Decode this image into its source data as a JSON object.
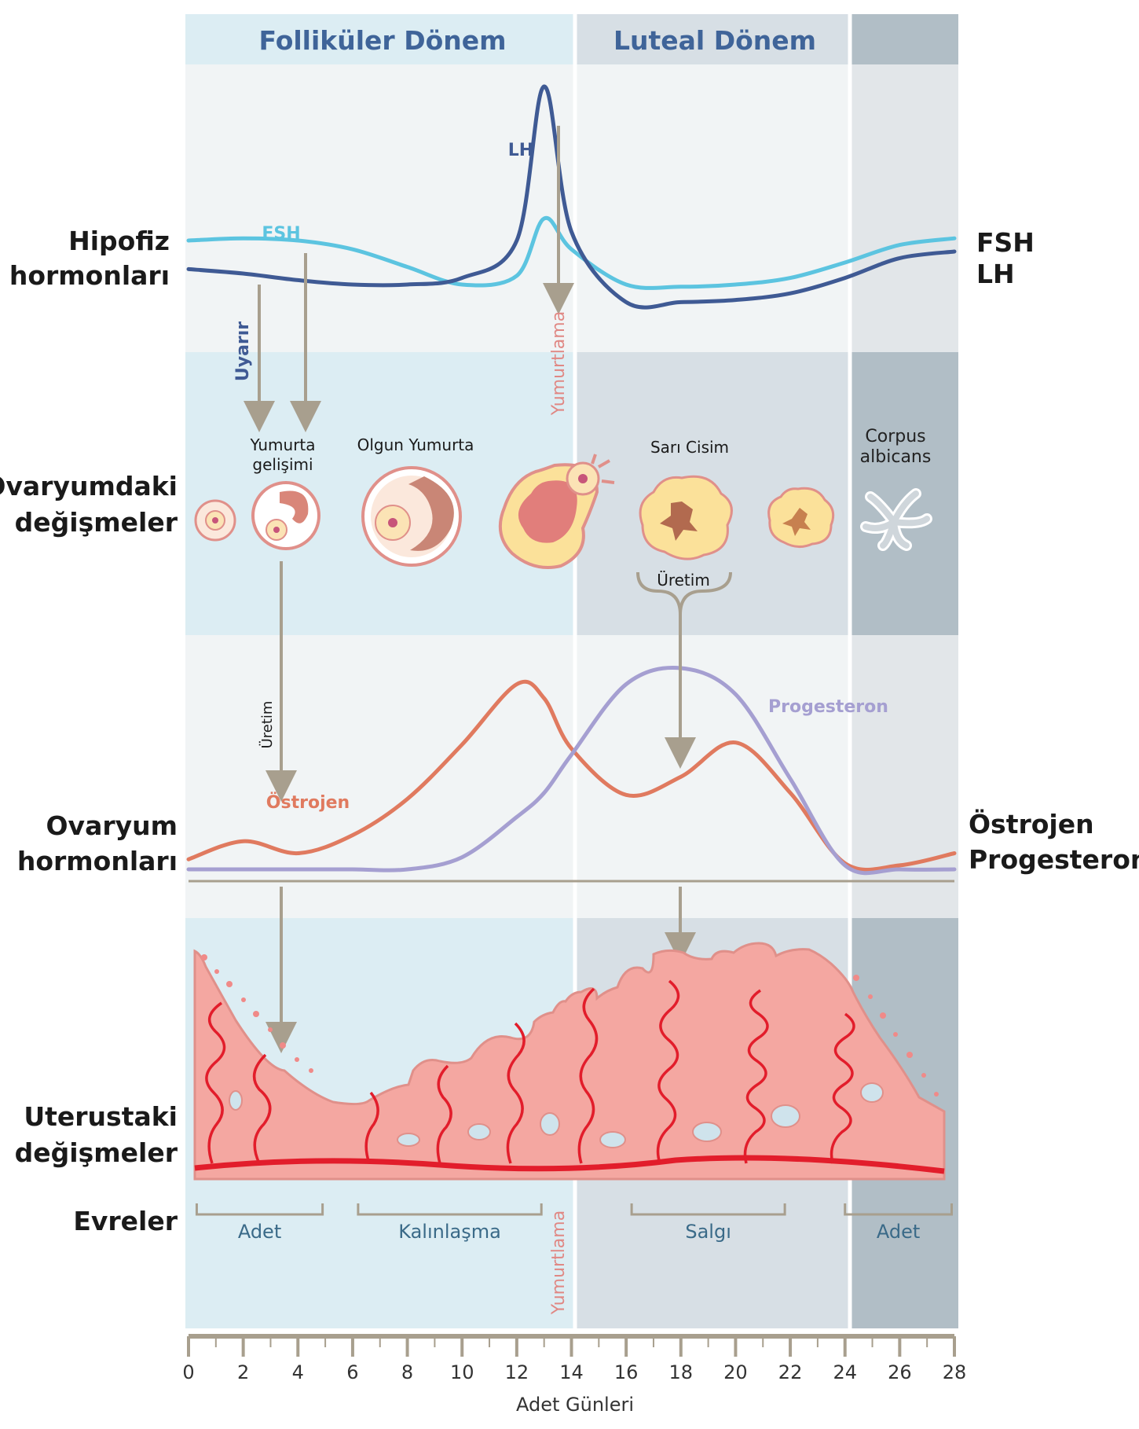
{
  "phases": {
    "follicular": "Folliküler Dönem",
    "luteal": "Luteal Dönem"
  },
  "row_labels": {
    "pituitary": [
      "Hipofiz",
      "hormonları"
    ],
    "ovary_changes": [
      "Ovaryumdaki",
      "değişmeler"
    ],
    "ovary_hormones": [
      "Ovaryum",
      "hormonları"
    ],
    "uterus_changes": [
      "Uterustaki",
      "değişmeler"
    ],
    "stages": "Evreler"
  },
  "right_labels": {
    "fsh": "FSH",
    "lh": "LH",
    "estrogen": "Östrojen",
    "progesterone": "Progesteron"
  },
  "curve_labels": {
    "fsh": "FSH",
    "lh": "LH",
    "estrogen": "Östrojen",
    "progesterone": "Progesteron"
  },
  "annotations": {
    "stimulates": "Uyarır",
    "ovulation": "Yumurtlama",
    "egg_development": [
      "Yumurta",
      "gelişimi"
    ],
    "mature_egg": "Olgun Yumurta",
    "corpus_luteum": "Sarı Cisim",
    "corpus_albicans": [
      "Corpus",
      "albicans"
    ],
    "production": "Üretim"
  },
  "stages": [
    {
      "label": "Adet",
      "from": 0.3,
      "to": 4.9
    },
    {
      "label": "Kalınlaşma",
      "from": 6.2,
      "to": 12.9
    },
    {
      "label": "Salgı",
      "from": 16.2,
      "to": 21.8
    },
    {
      "label": "Adet",
      "from": 24.0,
      "to": 27.9
    }
  ],
  "axis": {
    "title": "Adet Günleri",
    "ticks": [
      "0",
      "2",
      "4",
      "6",
      "8",
      "10",
      "12",
      "14",
      "16",
      "18",
      "20",
      "22",
      "24",
      "26",
      "28"
    ]
  },
  "colors": {
    "fsh": "#5cc4e0",
    "lh": "#3f5a94",
    "estrogen": "#e07a5f",
    "progesterone": "#a59fd1",
    "follicular_bg": "#dcedf3",
    "luteal_bg": "#d7dfe5",
    "late_bg": "#b1bec6",
    "endometrium": "#f4a7a1",
    "vessel": "#e21d2b",
    "arrow": "#a89f8e"
  },
  "chart_data": {
    "type": "line",
    "xlabel": "Adet Günleri",
    "xlim": [
      0,
      28
    ],
    "x": [
      0,
      2,
      4,
      6,
      8,
      10,
      12,
      13,
      14,
      16,
      18,
      20,
      22,
      24,
      26,
      28
    ],
    "series": [
      {
        "name": "FSH",
        "values": [
          0.3,
          0.31,
          0.3,
          0.26,
          0.18,
          0.1,
          0.14,
          0.4,
          0.26,
          0.1,
          0.09,
          0.1,
          0.13,
          0.2,
          0.28,
          0.31
        ]
      },
      {
        "name": "LH",
        "values": [
          0.17,
          0.15,
          0.12,
          0.1,
          0.1,
          0.13,
          0.3,
          1.0,
          0.34,
          0.02,
          0.02,
          0.03,
          0.06,
          0.13,
          0.22,
          0.25
        ]
      },
      {
        "name": "Östrojen",
        "values": [
          0.05,
          0.14,
          0.08,
          0.17,
          0.35,
          0.62,
          0.92,
          0.85,
          0.6,
          0.37,
          0.46,
          0.63,
          0.38,
          0.03,
          0.02,
          0.08
        ]
      },
      {
        "name": "Progesteron",
        "values": [
          0.0,
          0.0,
          0.0,
          0.0,
          0.0,
          0.06,
          0.26,
          0.38,
          0.57,
          0.92,
          1.0,
          0.87,
          0.45,
          0.02,
          0.0,
          0.0
        ]
      }
    ]
  }
}
